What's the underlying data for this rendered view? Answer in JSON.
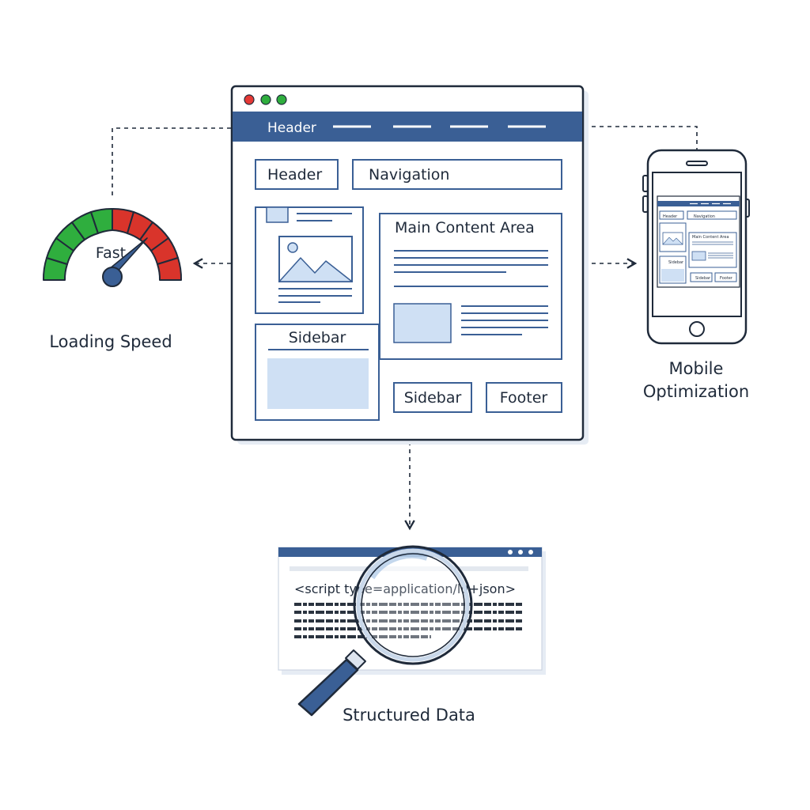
{
  "browser": {
    "header_bar_label": "Header",
    "header_box_label": "Header",
    "navigation_label": "Navigation",
    "main_content_label": "Main Content Area",
    "sidebar_left_label": "Sidebar",
    "sidebar_small_label": "Sidebar",
    "footer_label": "Footer",
    "window_dots": [
      "#e53935",
      "#2fae3e",
      "#2fae3e"
    ]
  },
  "speed_gauge": {
    "label": "Fast",
    "caption": "Loading Speed"
  },
  "mobile": {
    "caption_line1": "Mobile",
    "caption_line2": "Optimization",
    "header_label": "Header",
    "navigation_label": "Navigation",
    "main_content_label": "Main Content Area",
    "sidebar_label": "Sidebar",
    "sidebar2_label": "Sidebar",
    "footer_label": "Footer"
  },
  "structured_data": {
    "code_line": "<script type=application/ld+json>",
    "caption": "Structured Data"
  },
  "colors": {
    "navy": "#3a5f95",
    "outline": "#1f2a3a",
    "light_blue": "#cfe0f4",
    "green": "#2fae3e",
    "red": "#d9342b"
  }
}
